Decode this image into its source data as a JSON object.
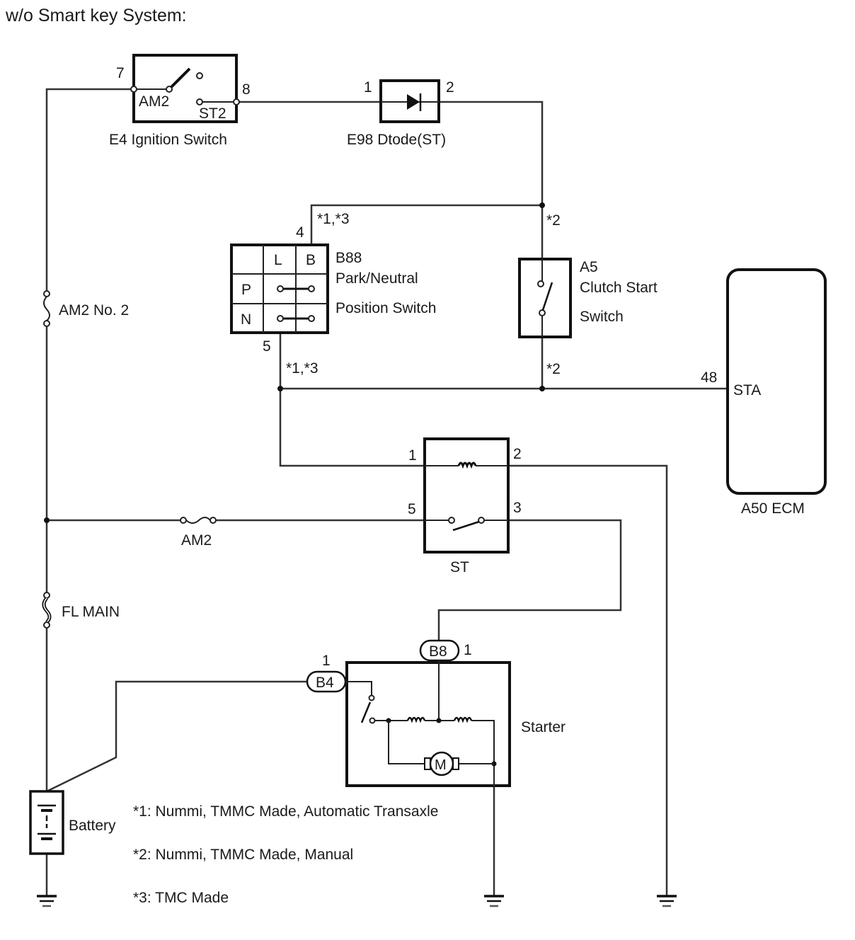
{
  "heading": "w/o Smart key System:",
  "components": {
    "ignition_switch": {
      "label": "E4  Ignition Switch",
      "pin_in": "7",
      "pin_out": "8",
      "term_in": "AM2",
      "term_out": "ST2"
    },
    "diode": {
      "label": "E98  Dtode(ST)",
      "pin_in": "1",
      "pin_out": "2"
    },
    "pn_switch": {
      "code": "B88",
      "name_line1": "Park/Neutral",
      "name_line2": "Position Switch",
      "pin_top": "4",
      "pin_bottom": "5",
      "note_top": "*1,*3",
      "note_bottom": "*1,*3",
      "col_l": "L",
      "col_b": "B",
      "row_p": "P",
      "row_n": "N"
    },
    "clutch_switch": {
      "code": "A5",
      "name_line1": "Clutch Start",
      "name_line2": "Switch",
      "note_top": "*2",
      "note_bottom": "*2"
    },
    "ecm": {
      "label": "A50 ECM",
      "pin": "48",
      "terminal": "STA"
    },
    "st_relay": {
      "label": "ST",
      "pin1": "1",
      "pin2": "2",
      "pin3": "3",
      "pin5": "5"
    },
    "fuse_am2_no2": {
      "label": "AM2 No. 2"
    },
    "fuse_am2": {
      "label": "AM2"
    },
    "fuse_fl_main": {
      "label": "FL MAIN"
    },
    "starter": {
      "label": "Starter",
      "conn_b4": "B4",
      "conn_b4_pin": "1",
      "conn_b8": "B8",
      "conn_b8_pin": "1",
      "motor": "M"
    },
    "battery": {
      "label": "Battery"
    }
  },
  "notes": [
    "*1: Nummi, TMMC Made, Automatic Transaxle",
    "*2: Nummi, TMMC Made, Manual",
    "*3: TMC Made"
  ]
}
